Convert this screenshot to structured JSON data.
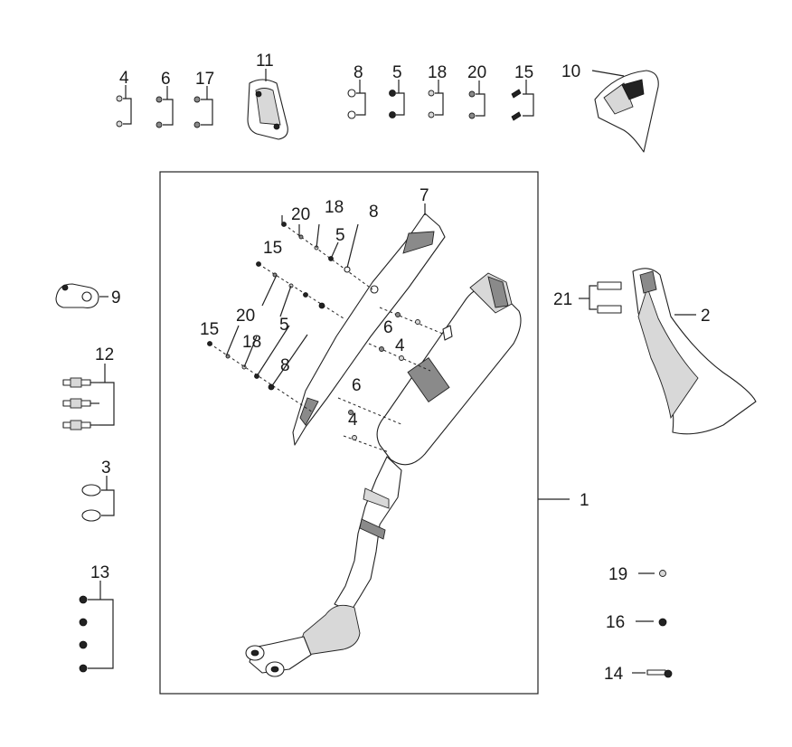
{
  "callouts": [
    {
      "id": "c4",
      "text": "4"
    },
    {
      "id": "c6",
      "text": "6"
    },
    {
      "id": "c17",
      "text": "17"
    },
    {
      "id": "c11",
      "text": "11"
    },
    {
      "id": "c8",
      "text": "8"
    },
    {
      "id": "c5",
      "text": "5"
    },
    {
      "id": "c18",
      "text": "18"
    },
    {
      "id": "c20",
      "text": "20"
    },
    {
      "id": "c15",
      "text": "15"
    },
    {
      "id": "c10",
      "text": "10"
    },
    {
      "id": "c9",
      "text": "9"
    },
    {
      "id": "c12",
      "text": "12"
    },
    {
      "id": "c3",
      "text": "3"
    },
    {
      "id": "c13",
      "text": "13"
    },
    {
      "id": "c21",
      "text": "21"
    },
    {
      "id": "c2",
      "text": "2"
    },
    {
      "id": "c1",
      "text": "1"
    },
    {
      "id": "c19",
      "text": "19"
    },
    {
      "id": "c16",
      "text": "16"
    },
    {
      "id": "c14",
      "text": "14"
    },
    {
      "id": "b7",
      "text": "7"
    },
    {
      "id": "b8a",
      "text": "8"
    },
    {
      "id": "b18a",
      "text": "18"
    },
    {
      "id": "b20a",
      "text": "20"
    },
    {
      "id": "b5a",
      "text": "5"
    },
    {
      "id": "b15a",
      "text": "15"
    },
    {
      "id": "b20b",
      "text": "20"
    },
    {
      "id": "b5b",
      "text": "5"
    },
    {
      "id": "b15b",
      "text": "15"
    },
    {
      "id": "b18b",
      "text": "18"
    },
    {
      "id": "b8b",
      "text": "8"
    },
    {
      "id": "b6a",
      "text": "6"
    },
    {
      "id": "b4a",
      "text": "4"
    },
    {
      "id": "b6b",
      "text": "6"
    },
    {
      "id": "b4b",
      "text": "4"
    }
  ]
}
